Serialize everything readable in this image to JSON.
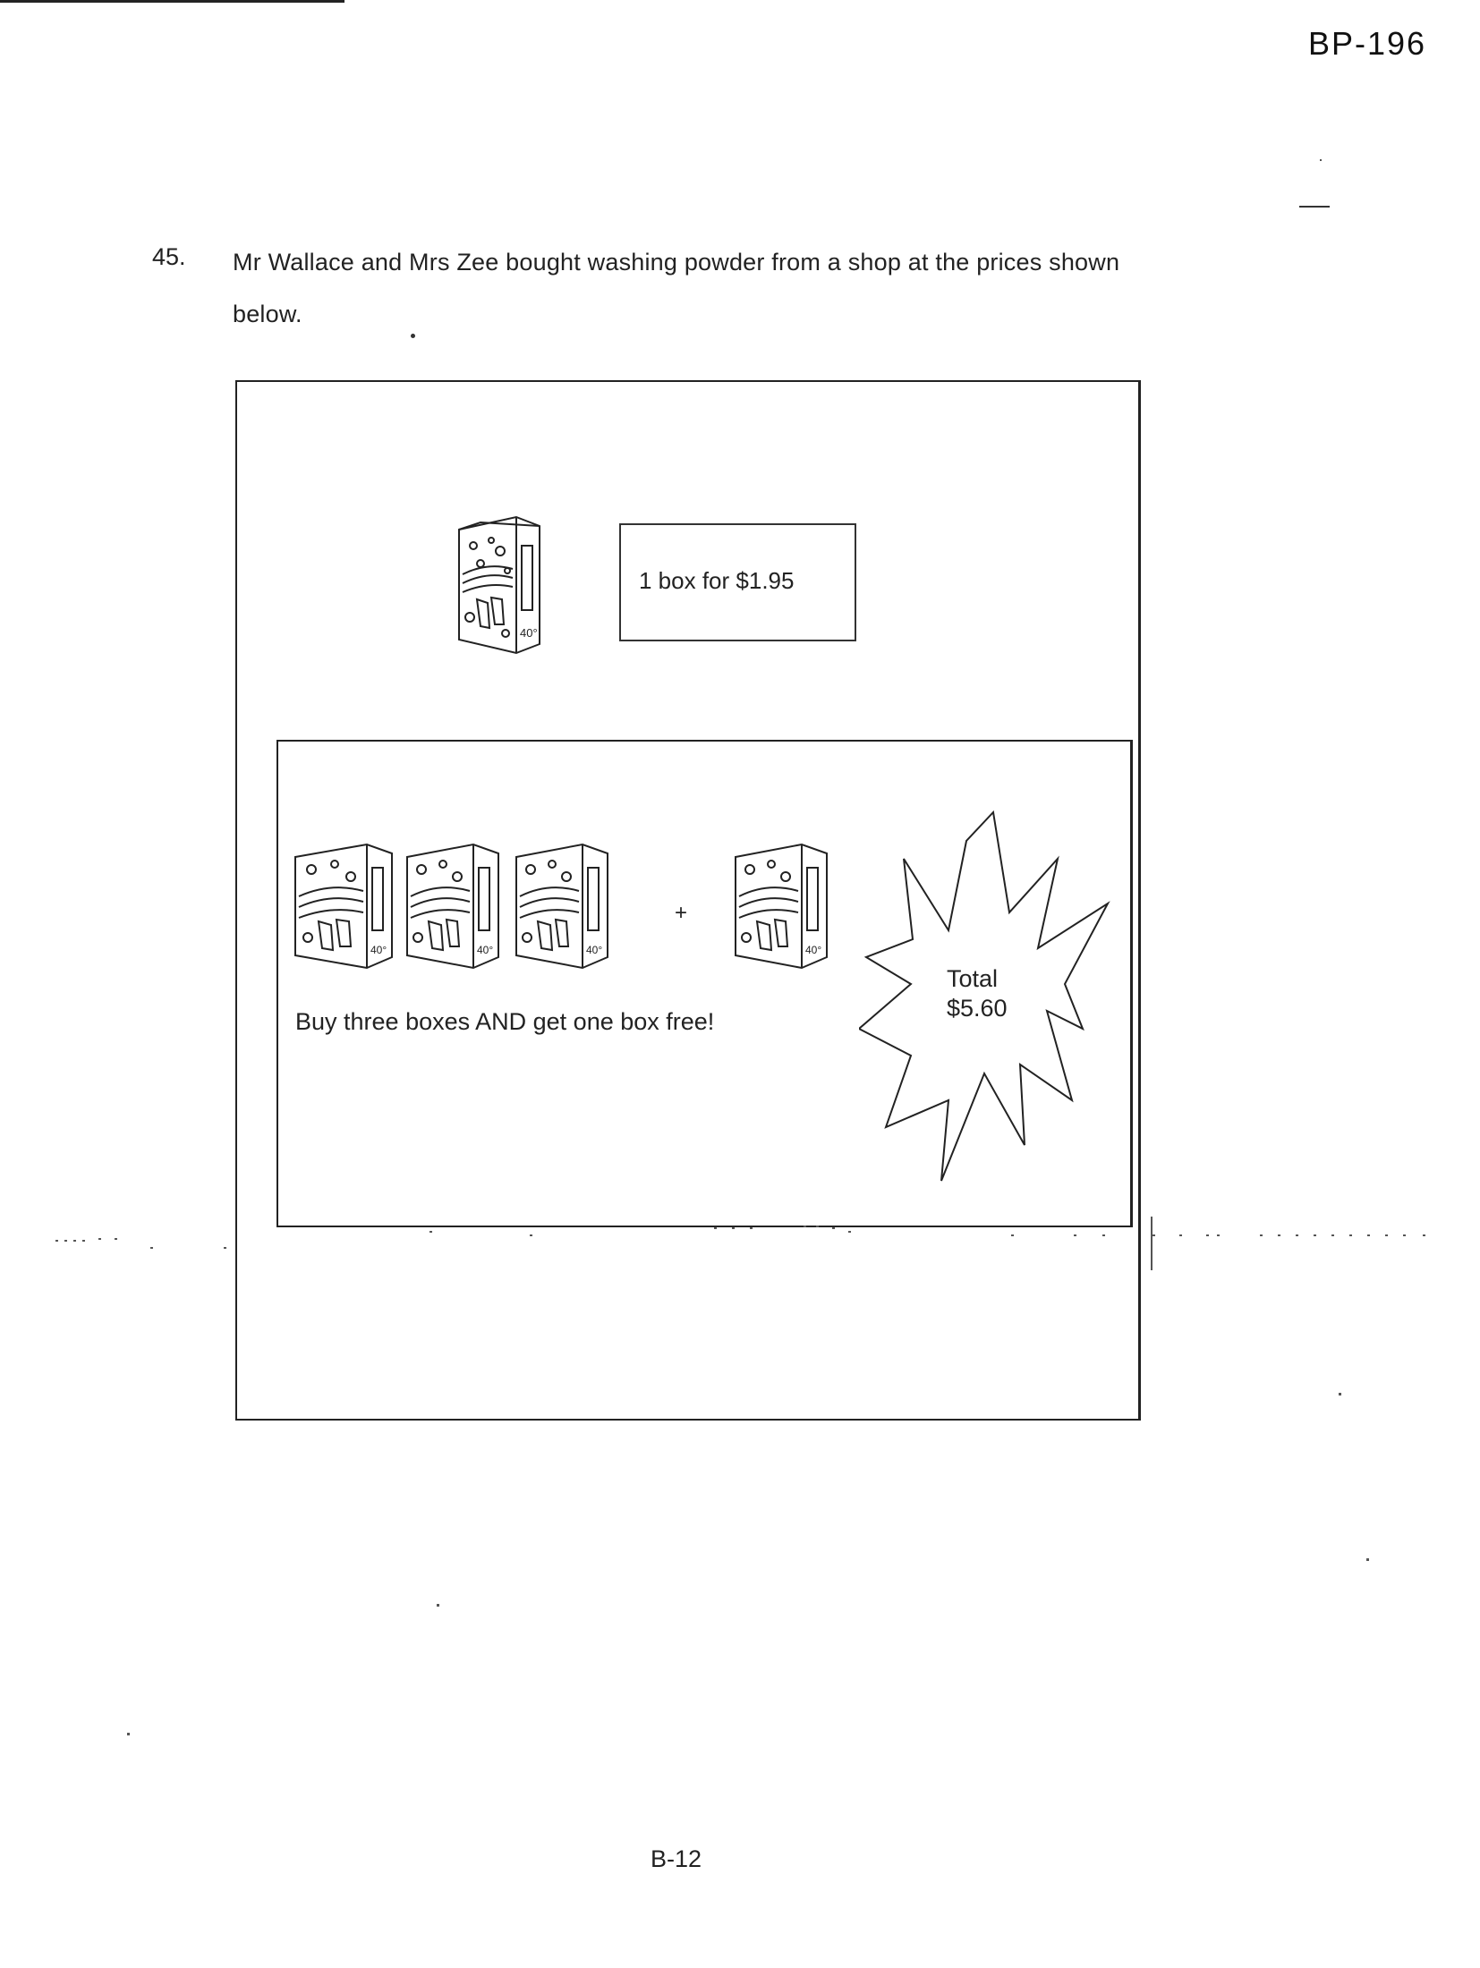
{
  "header": {
    "doc_code": "BP-196"
  },
  "question": {
    "number": "45.",
    "text": "Mr Wallace and Mrs Zee bought washing powder from a shop at the prices shown below."
  },
  "offers": {
    "single_price": "1 box for $1.95",
    "plus": "+",
    "bundle_text": "Buy three boxes AND get one box free!",
    "total_label": "Total",
    "total_price": "$5.60"
  },
  "footer": {
    "page_number": "B-12"
  }
}
